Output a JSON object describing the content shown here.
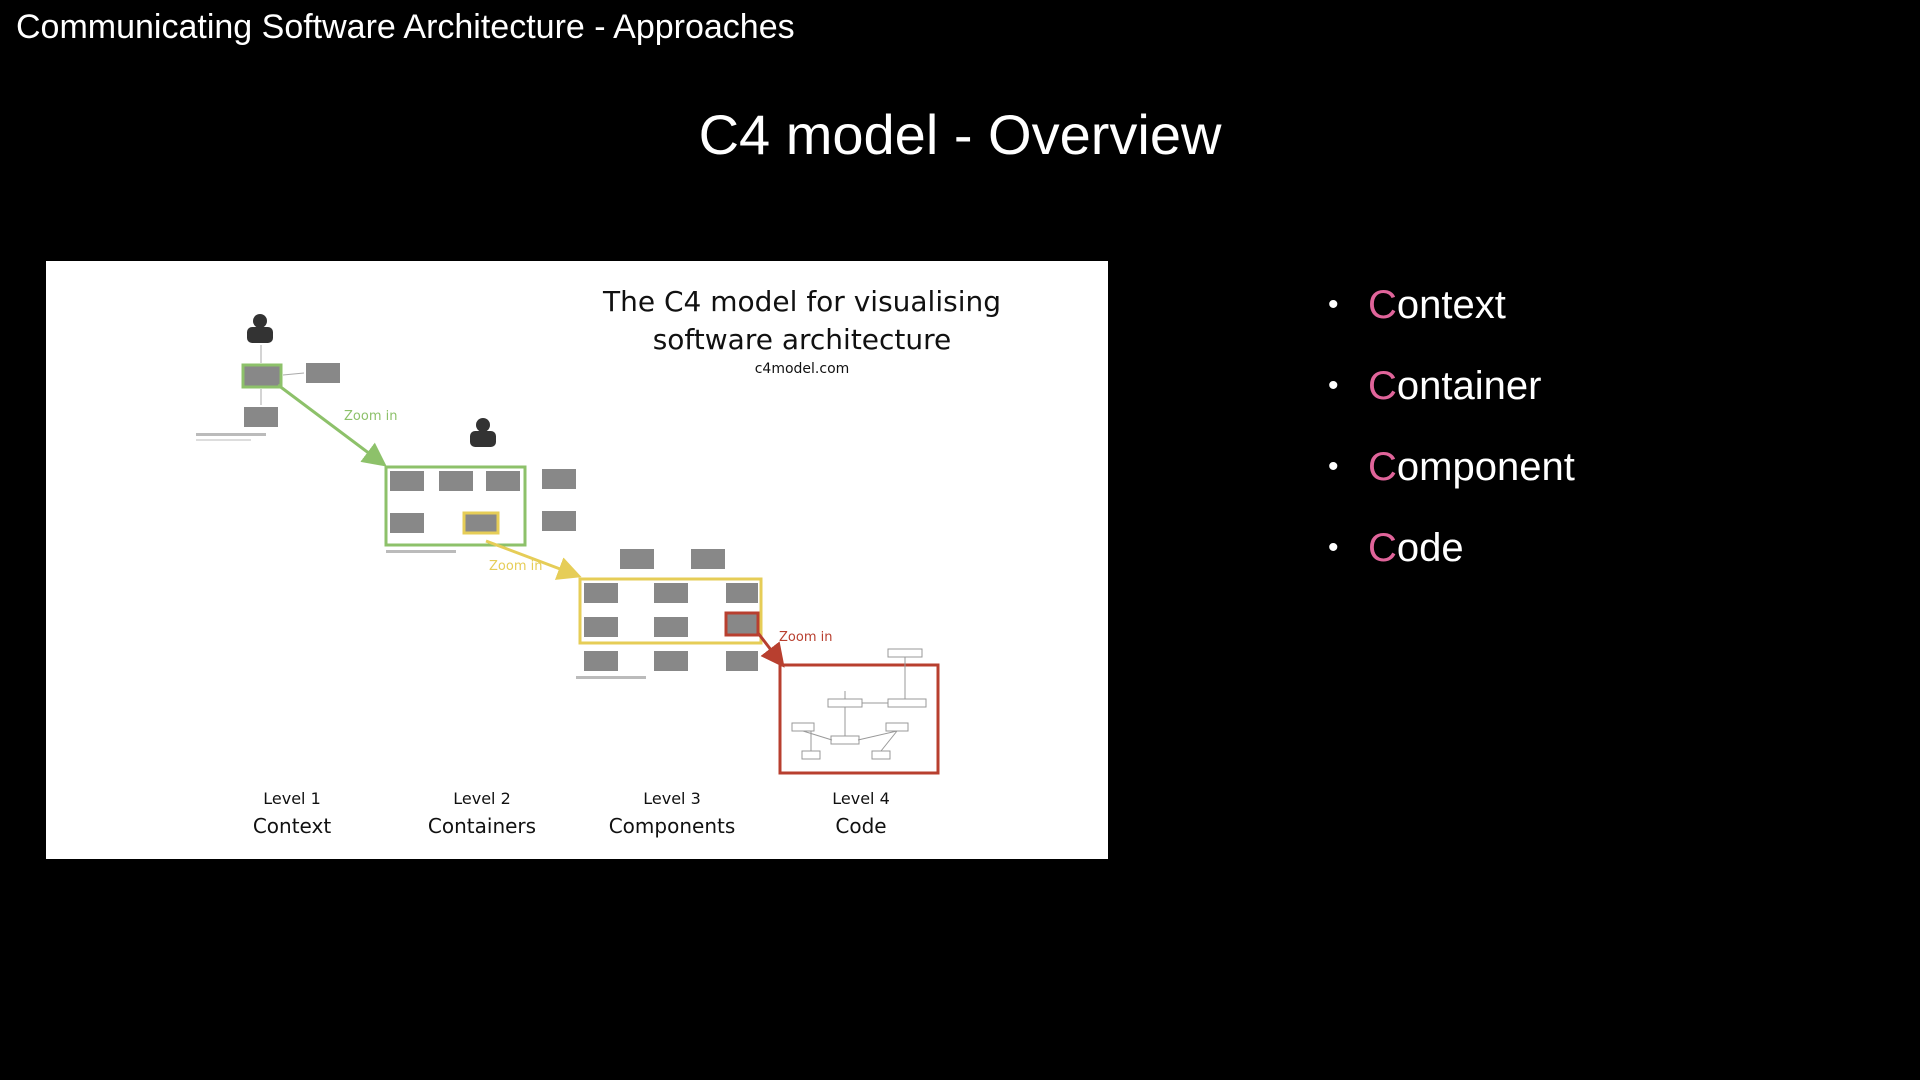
{
  "header": {
    "deck_title": "Communicating Software Architecture - Approaches"
  },
  "slide": {
    "title": "C4 model - Overview"
  },
  "figure": {
    "title_line1": "The C4 model for visualising",
    "title_line2": "software architecture",
    "site": "c4model.com",
    "zoom_label": "Zoom in",
    "levels": [
      {
        "level": "Level 1",
        "name": "Context"
      },
      {
        "level": "Level 2",
        "name": "Containers"
      },
      {
        "level": "Level 3",
        "name": "Components"
      },
      {
        "level": "Level 4",
        "name": "Code"
      }
    ],
    "colors": {
      "level1": "#8dc16a",
      "level2": "#e6cd57",
      "level3": "#b83f2f",
      "box": "#888888"
    }
  },
  "bullets": [
    {
      "accent": "C",
      "rest": "ontext"
    },
    {
      "accent": "C",
      "rest": "ontainer"
    },
    {
      "accent": "C",
      "rest": "omponent"
    },
    {
      "accent": "C",
      "rest": "ode"
    }
  ],
  "accent_color": "#e0649a"
}
